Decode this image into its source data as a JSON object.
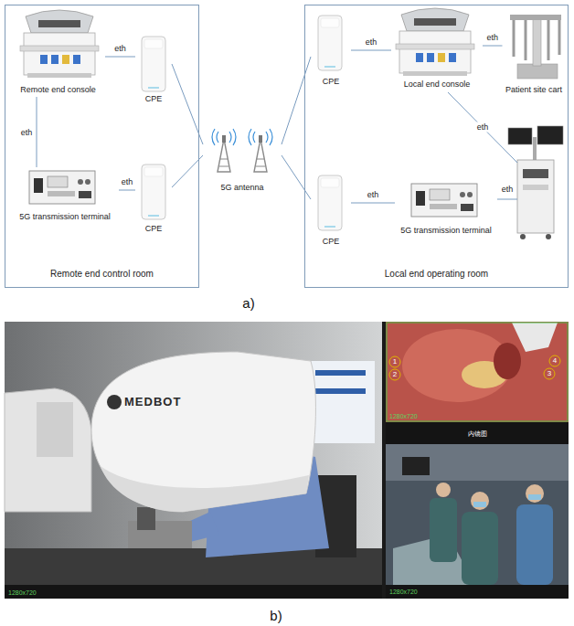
{
  "diagram": {
    "nodes": [
      {
        "text": [
          "Remote end control room"
        ]
      },
      {
        "text": [
          "Remote end console"
        ],
        "in": 0
      },
      {
        "text": [
          "CPE"
        ],
        "in": 0
      },
      {
        "text": [
          "5G transmission terminal"
        ],
        "in": 0
      },
      {
        "text": [
          "CPE"
        ],
        "in": 0
      },
      {
        "text": [
          "5G antenna"
        ]
      },
      {
        "text": [
          "Local end operating room"
        ]
      },
      {
        "text": [
          "CPE"
        ],
        "in": 6
      },
      {
        "text": [
          "Local end console"
        ],
        "in": 6
      },
      {
        "text": [
          "Patient site cart"
        ],
        "in": 6
      },
      {
        "text": [
          "CPE"
        ],
        "in": 6
      },
      {
        "text": [
          "5G transmission terminal"
        ],
        "in": 6
      }
    ],
    "edges": [
      {
        "from": 1,
        "to": 2,
        "arrow": "none",
        "label": "eth"
      },
      {
        "from": 1,
        "to": 3,
        "arrow": "none",
        "label": "eth"
      },
      {
        "from": 3,
        "to": 4,
        "arrow": "none",
        "label": "eth"
      },
      {
        "from": 2,
        "to": 5,
        "arrow": "none"
      },
      {
        "from": 4,
        "to": 5,
        "arrow": "none"
      },
      {
        "from": 5,
        "to": 7,
        "arrow": "none"
      },
      {
        "from": 5,
        "to": 10,
        "arrow": "none"
      },
      {
        "from": 7,
        "to": 8,
        "arrow": "none",
        "label": "eth"
      },
      {
        "from": 8,
        "to": 9,
        "arrow": "none",
        "label": "eth"
      },
      {
        "from": 10,
        "to": 11,
        "arrow": "none",
        "label": "eth"
      }
    ],
    "labels": [
      "eth",
      "eth",
      "a)",
      "b)",
      "MEDBOT",
      "1",
      "2",
      "3",
      "4",
      "1280x720",
      "内镜图",
      "1280x720",
      "1280x720"
    ]
  }
}
